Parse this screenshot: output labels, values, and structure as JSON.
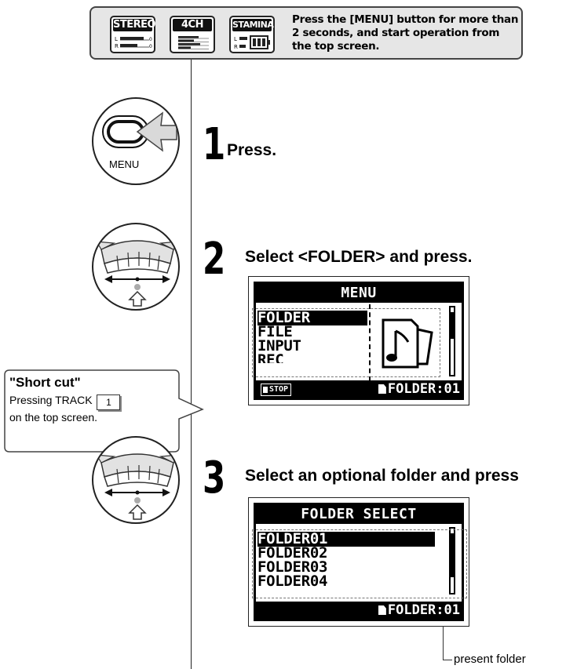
{
  "header": {
    "modes": [
      {
        "label": "STEREO",
        "icon": "stereo-meter-icon"
      },
      {
        "label": "4CH",
        "icon": "4ch-meter-icon"
      },
      {
        "label": "STAMINA",
        "icon": "battery-icon"
      }
    ],
    "instruction": "Press the [MENU] button for more than 2 seconds, and start operation from the top screen."
  },
  "steps": [
    {
      "number": "1",
      "text": "Press.",
      "control_label": "MENU",
      "control_icon": "menu-button-icon"
    },
    {
      "number": "2",
      "text": "Select <FOLDER> and press.",
      "control_icon": "dial-icon"
    },
    {
      "number": "3",
      "text": "Select an optional folder and press",
      "control_icon": "dial-icon"
    }
  ],
  "menu_screen": {
    "title": "MENU",
    "items": [
      "FOLDER",
      "FILE",
      "INPUT",
      "REC"
    ],
    "selected": "FOLDER",
    "footer_left": "STOP",
    "footer_right": "FOLDER:01",
    "icon": "music-folder-icon"
  },
  "folder_screen": {
    "title": "FOLDER SELECT",
    "items": [
      "FOLDER01",
      "FOLDER02",
      "FOLDER03",
      "FOLDER04"
    ],
    "selected": "FOLDER01",
    "footer_right": "FOLDER:01"
  },
  "shortcut": {
    "title": "\"Short cut\"",
    "text_before": "Pressing TRACK",
    "track_key": "1",
    "text_after": "on the top screen."
  },
  "annotation": {
    "text": "present folder"
  }
}
